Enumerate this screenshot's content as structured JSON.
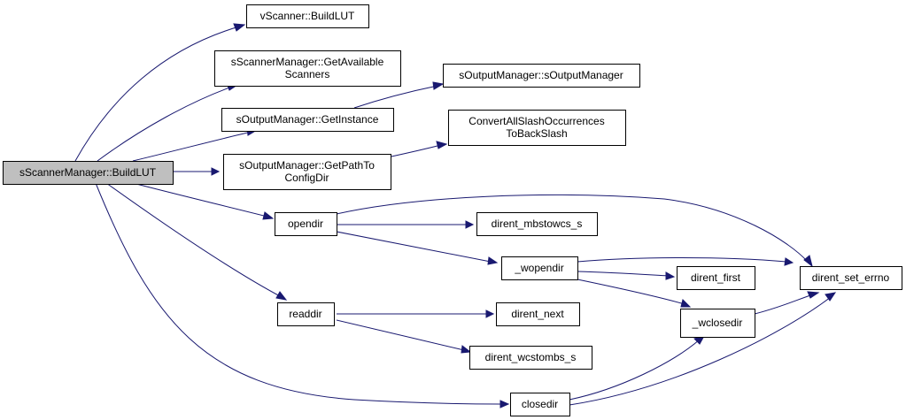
{
  "graph": {
    "nodes": {
      "root": [
        "sScannerManager::BuildLUT"
      ],
      "vscanner": [
        "vScanner::BuildLUT"
      ],
      "getavail": [
        "sScannerManager::GetAvailable",
        "Scanners"
      ],
      "soutctor": [
        "sOutputManager::sOutputManager"
      ],
      "getinst": [
        "sOutputManager::GetInstance"
      ],
      "convert": [
        "ConvertAllSlashOccurrences",
        "ToBackSlash"
      ],
      "getpath": [
        "sOutputManager::GetPathTo",
        "ConfigDir"
      ],
      "opendir": [
        "opendir"
      ],
      "mbstowcs": [
        "dirent_mbstowcs_s"
      ],
      "wopendir": [
        "_wopendir"
      ],
      "first": [
        "dirent_first"
      ],
      "seterrno": [
        "dirent_set_errno"
      ],
      "readdir": [
        "readdir"
      ],
      "next": [
        "dirent_next"
      ],
      "wclosedir": [
        "_wclosedir"
      ],
      "wcstombs": [
        "dirent_wcstombs_s"
      ],
      "closedir": [
        "closedir"
      ]
    }
  }
}
